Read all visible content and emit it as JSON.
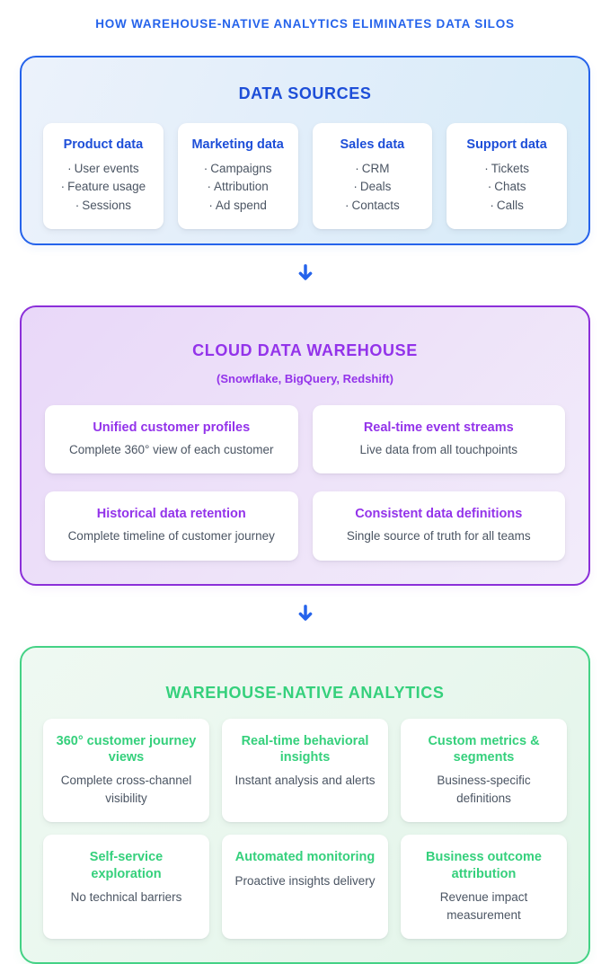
{
  "title": "HOW WAREHOUSE-NATIVE ANALYTICS ELIMINATES DATA SILOS",
  "bullet": "·",
  "arrow_icon": "down-arrow",
  "colors": {
    "blue_accent": "#1d4ed8",
    "blue_border": "#2563eb",
    "purple_accent": "#9333ea",
    "purple_border": "#8b2fd9",
    "green_accent": "#35d07c",
    "green_border": "#44d285",
    "body_text": "#4b5563"
  },
  "sections": [
    {
      "id": "data-sources",
      "title": "DATA SOURCES",
      "cards": [
        {
          "title": "Product data",
          "items": [
            "User events",
            "Feature usage",
            "Sessions"
          ]
        },
        {
          "title": "Marketing data",
          "items": [
            "Campaigns",
            "Attribution",
            "Ad spend"
          ]
        },
        {
          "title": "Sales data",
          "items": [
            "CRM",
            "Deals",
            "Contacts"
          ]
        },
        {
          "title": "Support data",
          "items": [
            "Tickets",
            "Chats",
            "Calls"
          ]
        }
      ]
    },
    {
      "id": "cloud-data-warehouse",
      "title": "CLOUD DATA WAREHOUSE",
      "subtitle": "(Snowflake, BigQuery, Redshift)",
      "cards": [
        {
          "title": "Unified customer profiles",
          "body": "Complete 360° view of each customer"
        },
        {
          "title": "Real-time event streams",
          "body": "Live data from all touchpoints"
        },
        {
          "title": "Historical data retention",
          "body": "Complete timeline of customer journey"
        },
        {
          "title": "Consistent data definitions",
          "body": "Single source of truth for all teams"
        }
      ]
    },
    {
      "id": "warehouse-native-analytics",
      "title": "WAREHOUSE-NATIVE ANALYTICS",
      "cards": [
        {
          "title": "360° customer journey views",
          "body": "Complete cross-channel visibility"
        },
        {
          "title": "Real-time behavioral insights",
          "body": "Instant analysis and alerts"
        },
        {
          "title": "Custom metrics & segments",
          "body": "Business-specific definitions"
        },
        {
          "title": "Self-service exploration",
          "body": "No technical barriers"
        },
        {
          "title": "Automated monitoring",
          "body": "Proactive insights delivery"
        },
        {
          "title": "Business outcome attribution",
          "body": "Revenue impact measurement"
        }
      ]
    }
  ]
}
